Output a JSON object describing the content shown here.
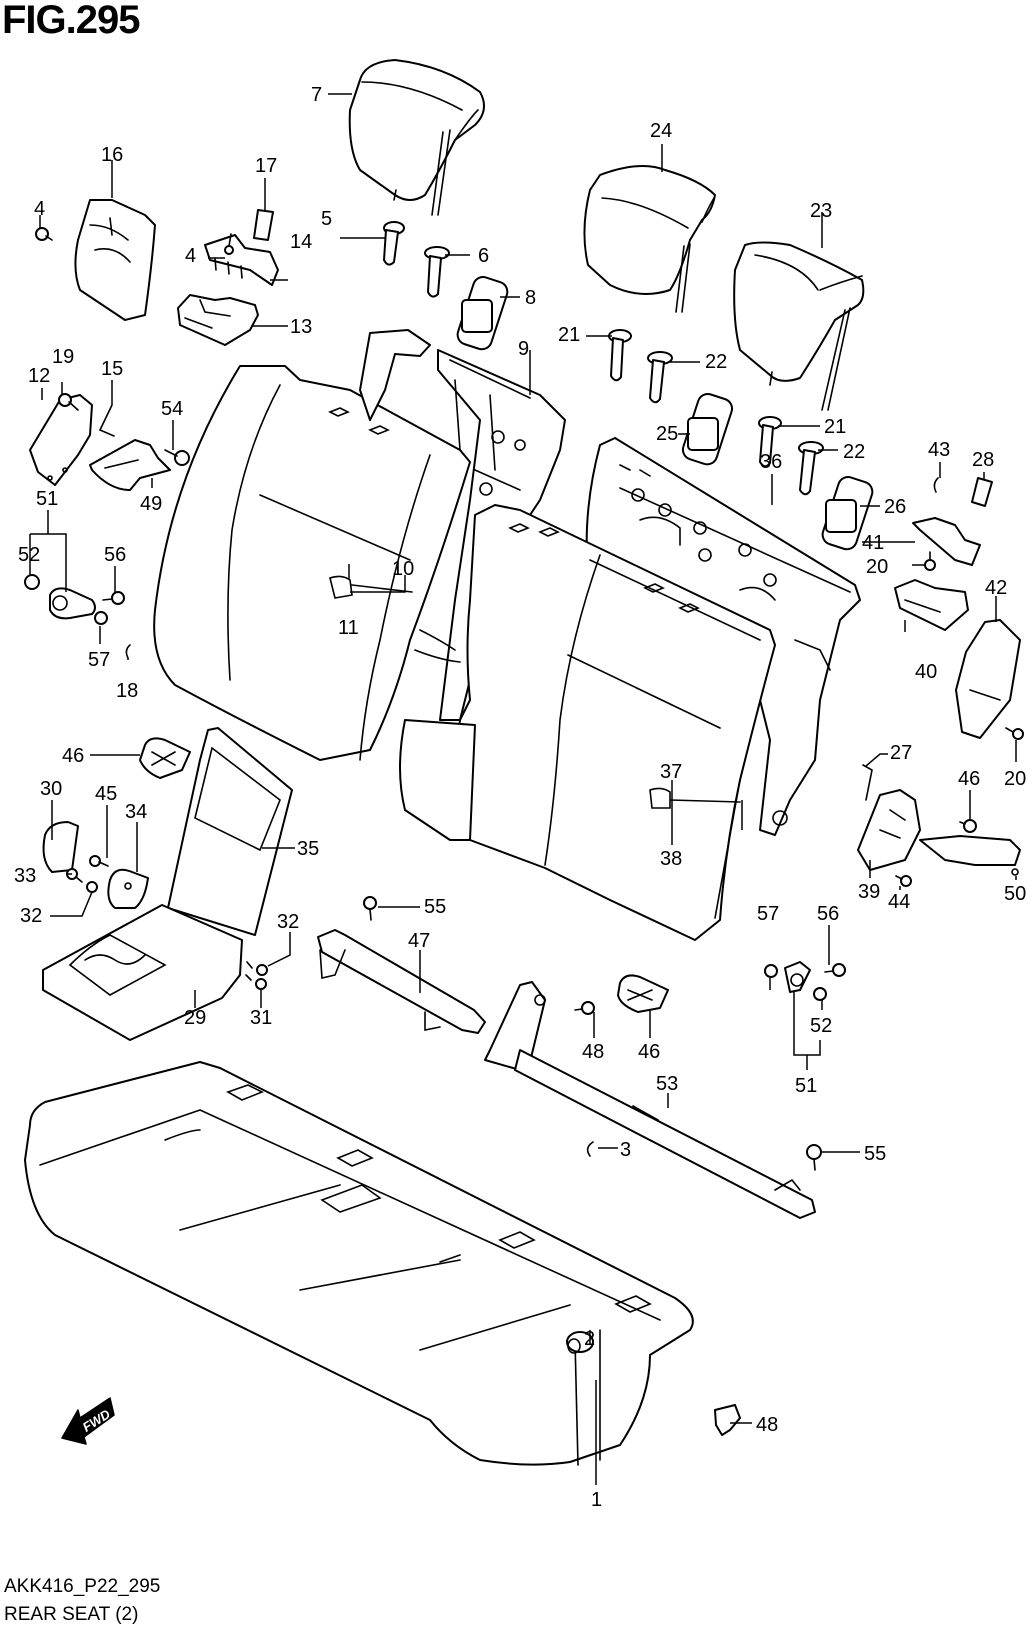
{
  "figure": {
    "title": "FIG.295",
    "code": "AKK416_P22_295",
    "name": "REAR SEAT (2)",
    "direction_label": "FWD"
  },
  "callouts": [
    {
      "id": "c1",
      "label": "1"
    },
    {
      "id": "c2",
      "label": "2"
    },
    {
      "id": "c3",
      "label": "3"
    },
    {
      "id": "c4a",
      "label": "4"
    },
    {
      "id": "c4b",
      "label": "4"
    },
    {
      "id": "c5",
      "label": "5"
    },
    {
      "id": "c6",
      "label": "6"
    },
    {
      "id": "c7",
      "label": "7"
    },
    {
      "id": "c8",
      "label": "8"
    },
    {
      "id": "c9",
      "label": "9"
    },
    {
      "id": "c10",
      "label": "10"
    },
    {
      "id": "c11",
      "label": "11"
    },
    {
      "id": "c12",
      "label": "12"
    },
    {
      "id": "c13",
      "label": "13"
    },
    {
      "id": "c14",
      "label": "14"
    },
    {
      "id": "c15",
      "label": "15"
    },
    {
      "id": "c16",
      "label": "16"
    },
    {
      "id": "c17",
      "label": "17"
    },
    {
      "id": "c18",
      "label": "18"
    },
    {
      "id": "c19",
      "label": "19"
    },
    {
      "id": "c20a",
      "label": "20"
    },
    {
      "id": "c20b",
      "label": "20"
    },
    {
      "id": "c21a",
      "label": "21"
    },
    {
      "id": "c21b",
      "label": "21"
    },
    {
      "id": "c22a",
      "label": "22"
    },
    {
      "id": "c22b",
      "label": "22"
    },
    {
      "id": "c23",
      "label": "23"
    },
    {
      "id": "c24",
      "label": "24"
    },
    {
      "id": "c25",
      "label": "25"
    },
    {
      "id": "c26",
      "label": "26"
    },
    {
      "id": "c27",
      "label": "27"
    },
    {
      "id": "c28",
      "label": "28"
    },
    {
      "id": "c29",
      "label": "29"
    },
    {
      "id": "c30",
      "label": "30"
    },
    {
      "id": "c31",
      "label": "31"
    },
    {
      "id": "c32a",
      "label": "32"
    },
    {
      "id": "c32b",
      "label": "32"
    },
    {
      "id": "c33",
      "label": "33"
    },
    {
      "id": "c34",
      "label": "34"
    },
    {
      "id": "c35",
      "label": "35"
    },
    {
      "id": "c36",
      "label": "36"
    },
    {
      "id": "c37",
      "label": "37"
    },
    {
      "id": "c38",
      "label": "38"
    },
    {
      "id": "c39",
      "label": "39"
    },
    {
      "id": "c40",
      "label": "40"
    },
    {
      "id": "c41",
      "label": "41"
    },
    {
      "id": "c42",
      "label": "42"
    },
    {
      "id": "c43",
      "label": "43"
    },
    {
      "id": "c44",
      "label": "44"
    },
    {
      "id": "c45",
      "label": "45"
    },
    {
      "id": "c46a",
      "label": "46"
    },
    {
      "id": "c46b",
      "label": "46"
    },
    {
      "id": "c46c",
      "label": "46"
    },
    {
      "id": "c47",
      "label": "47"
    },
    {
      "id": "c48a",
      "label": "48"
    },
    {
      "id": "c48b",
      "label": "48"
    },
    {
      "id": "c49",
      "label": "49"
    },
    {
      "id": "c50",
      "label": "50"
    },
    {
      "id": "c51a",
      "label": "51"
    },
    {
      "id": "c51b",
      "label": "51"
    },
    {
      "id": "c52a",
      "label": "52"
    },
    {
      "id": "c52b",
      "label": "52"
    },
    {
      "id": "c53",
      "label": "53"
    },
    {
      "id": "c54",
      "label": "54"
    },
    {
      "id": "c55a",
      "label": "55"
    },
    {
      "id": "c55b",
      "label": "55"
    },
    {
      "id": "c56a",
      "label": "56"
    },
    {
      "id": "c56b",
      "label": "56"
    },
    {
      "id": "c57a",
      "label": "57"
    },
    {
      "id": "c57b",
      "label": "57"
    }
  ]
}
